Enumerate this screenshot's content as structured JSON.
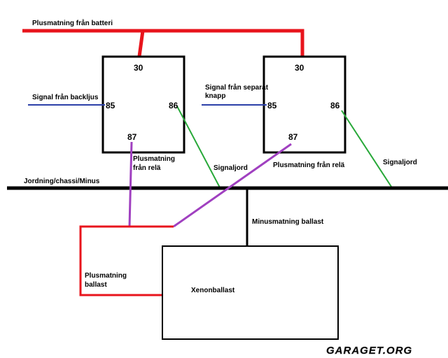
{
  "labels": {
    "battery_feed": "Plusmatning från batteri",
    "signal_backlight": "Signal från backljus",
    "signal_separate_line1": "Signal från separat",
    "signal_separate_line2": "knapp",
    "plus_from_relay1_line1": "Plusmatning",
    "plus_from_relay1_line2": "från relä",
    "signal_ground_1": "Signaljord",
    "plus_from_relay2": "Plusmatning från relä",
    "signal_ground_2": "Signaljord",
    "ground_bus": "Jordning/chassi/Minus",
    "minus_ballast": "Minusmatning ballast",
    "plus_ballast_line1": "Plusmatning",
    "plus_ballast_line2": "ballast",
    "xenon_ballast": "Xenonballast"
  },
  "relay1": {
    "pin30": "30",
    "pin85": "85",
    "pin86": "86",
    "pin87": "87"
  },
  "relay2": {
    "pin30": "30",
    "pin85": "85",
    "pin86": "86",
    "pin87": "87"
  },
  "watermark": "GARAGET.ORG",
  "colors": {
    "plus": "#e8141c",
    "signal": "#2b3fa8",
    "ground_signal": "#27a838",
    "relay_out": "#a040c0",
    "ground": "#000000",
    "watermark": "#9a9a9a"
  }
}
